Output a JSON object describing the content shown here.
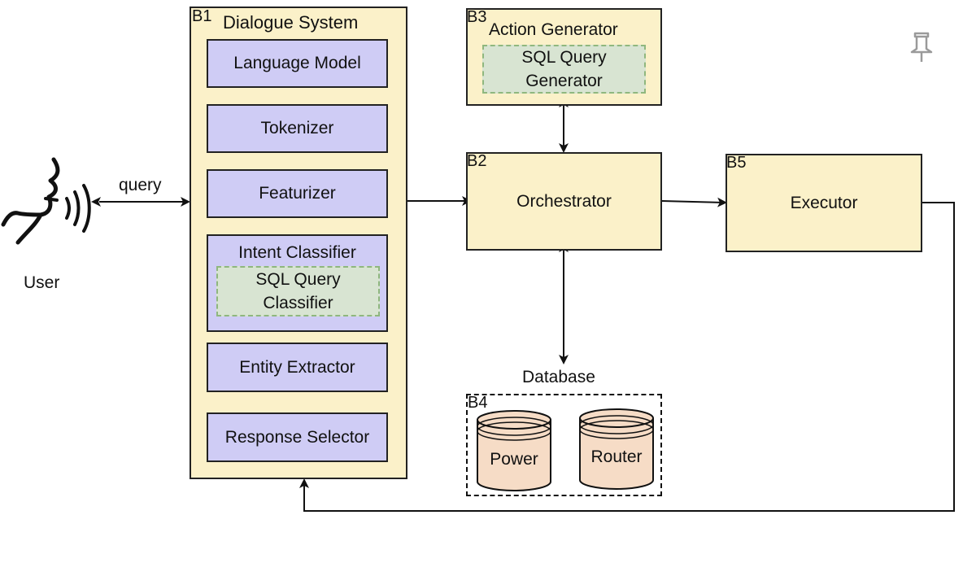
{
  "user": {
    "label": "User",
    "query_label": "query"
  },
  "b1": {
    "tag": "B1",
    "title": "Dialogue System",
    "components": [
      "Language Model",
      "Tokenizer",
      "Featurizer",
      "Intent Classifier",
      "Entity Extractor",
      "Response Selector"
    ],
    "intent_sub": "SQL Query\nClassifier"
  },
  "b2": {
    "tag": "B2",
    "title": "Orchestrator"
  },
  "b3": {
    "tag": "B3",
    "title": "Action Generator",
    "sub": "SQL Query\nGenerator"
  },
  "b4": {
    "tag": "B4",
    "title": "Database",
    "stores": [
      "Power",
      "Router"
    ]
  },
  "b5": {
    "tag": "B5",
    "title": "Executor"
  },
  "pin_icon": "pin-icon",
  "colors": {
    "yellow_fill": "#fbf1c9",
    "purple_fill": "#cfccf5",
    "green_fill": "#d8e4d2",
    "cylinder_fill": "#f6dcc6"
  }
}
